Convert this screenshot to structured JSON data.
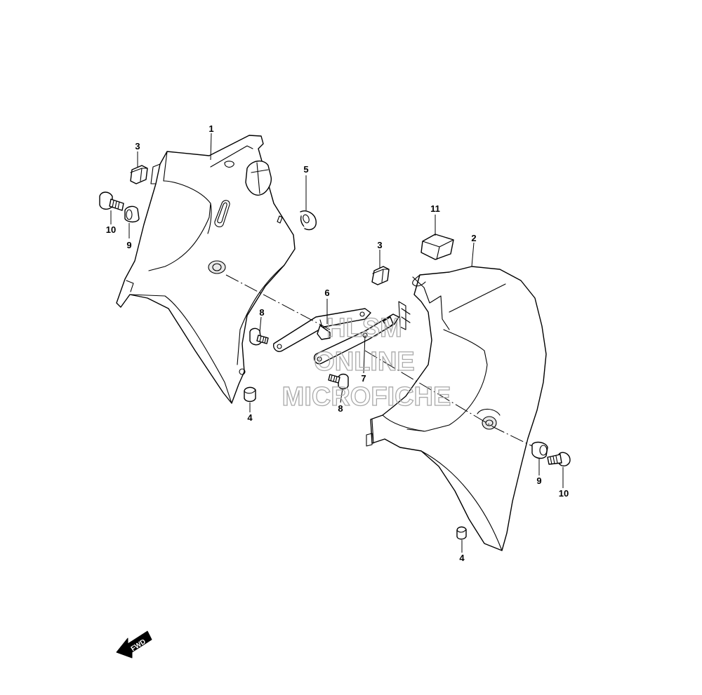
{
  "callouts": {
    "c1": "1",
    "c2": "2",
    "c3a": "3",
    "c3b": "3",
    "c4a": "4",
    "c4b": "4",
    "c5": "5",
    "c6": "6",
    "c7": "7",
    "c8a": "8",
    "c8b": "8",
    "c9a": "9",
    "c9b": "9",
    "c10a": "10",
    "c10b": "10",
    "c11": "11"
  },
  "watermark": {
    "line1": "HLSM",
    "line2": "ONLINE",
    "line3": "MICROFICHE",
    "color": "#a9a9a9"
  },
  "fwd_arrow": {
    "label": "FWD",
    "icon": "fwd-arrow-icon"
  }
}
